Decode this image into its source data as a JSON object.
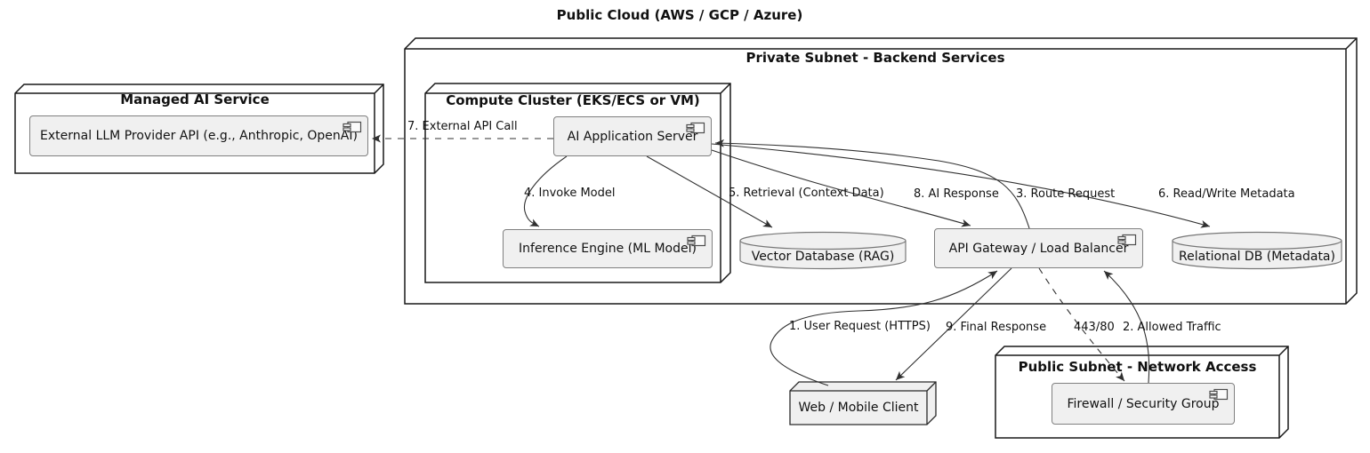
{
  "title": "Public Cloud (AWS / GCP / Azure)",
  "nodes": {
    "managed_ai": {
      "label": "Managed AI Service"
    },
    "private_subnet": {
      "label": "Private Subnet - Backend Services"
    },
    "compute_cluster": {
      "label": "Compute Cluster (EKS/ECS or VM)"
    },
    "public_subnet": {
      "label": "Public Subnet - Network Access"
    },
    "web_client": {
      "label": "Web / Mobile Client"
    }
  },
  "components": {
    "llm_api": {
      "label": "External LLM Provider API (e.g., Anthropic, OpenAI)"
    },
    "app_server": {
      "label": "AI Application Server"
    },
    "inference": {
      "label": "Inference Engine (ML Model)"
    },
    "gateway": {
      "label": "API Gateway / Load Balancer"
    },
    "firewall": {
      "label": "Firewall / Security Group"
    }
  },
  "databases": {
    "vector_db": {
      "label": "Vector Database (RAG)"
    },
    "relational_db": {
      "label": "Relational DB (Metadata)"
    }
  },
  "edges": [
    {
      "label": "1. User Request (HTTPS)",
      "from": "Web / Mobile Client",
      "to": "API Gateway / Load Balancer",
      "style": "solid"
    },
    {
      "label": "2. Allowed Traffic",
      "from": "Firewall / Security Group",
      "to": "API Gateway / Load Balancer",
      "style": "solid"
    },
    {
      "label": "3. Route Request",
      "from": "API Gateway / Load Balancer",
      "to": "AI Application Server",
      "style": "solid"
    },
    {
      "label": "4. Invoke Model",
      "from": "AI Application Server",
      "to": "Inference Engine (ML Model)",
      "style": "solid"
    },
    {
      "label": "5. Retrieval (Context Data)",
      "from": "AI Application Server",
      "to": "Vector Database (RAG)",
      "style": "solid"
    },
    {
      "label": "6. Read/Write Metadata",
      "from": "AI Application Server",
      "to": "Relational DB (Metadata)",
      "style": "solid"
    },
    {
      "label": "7. External API Call",
      "from": "AI Application Server",
      "to": "External LLM Provider API (e.g., Anthropic, OpenAI)",
      "style": "dashed"
    },
    {
      "label": "8. AI Response",
      "from": "AI Application Server",
      "to": "API Gateway / Load Balancer",
      "style": "solid"
    },
    {
      "label": "9. Final Response",
      "from": "API Gateway / Load Balancer",
      "to": "Web / Mobile Client",
      "style": "solid"
    },
    {
      "label": "443/80",
      "from": "API Gateway / Load Balancer",
      "to": "Firewall / Security Group",
      "style": "dashed"
    }
  ],
  "colors": {
    "background": "#ffffff",
    "node_border": "#181818",
    "node_fill": "#ffffff",
    "leaf_node_fill": "#f0f0f0",
    "component_fill": "#f0f0f0",
    "component_border": "#808080",
    "database_fill": "#f0f0f0",
    "database_border": "#777777",
    "arrow": "#303030",
    "text": "#111111"
  }
}
